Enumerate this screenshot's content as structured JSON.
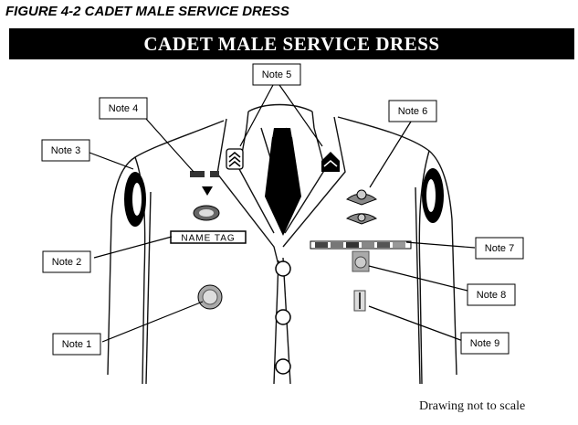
{
  "figure_title": "FIGURE 4-2 CADET MALE SERVICE DRESS",
  "banner_title": "CADET MALE SERVICE DRESS",
  "name_tag": "NAME TAG",
  "caption": "Drawing not to scale",
  "notes": {
    "note1": "Note 1",
    "note2": "Note 2",
    "note3": "Note 3",
    "note4": "Note 4",
    "note5": "Note 5",
    "note6": "Note 6",
    "note7": "Note 7",
    "note8": "Note 8",
    "note9": "Note 9"
  },
  "colors": {
    "ink": "#000000",
    "banner": "#000000",
    "paper": "#ffffff"
  }
}
